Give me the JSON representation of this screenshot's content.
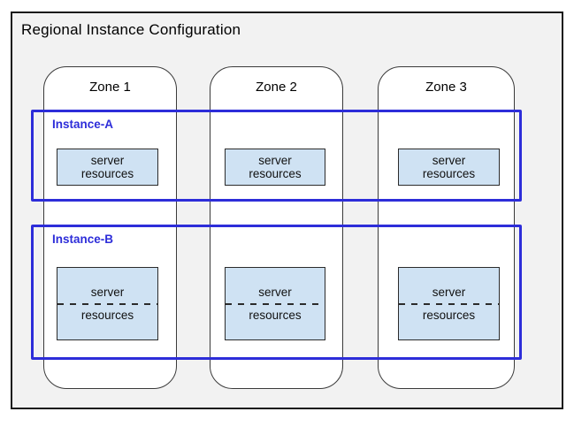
{
  "title": "Regional Instance Configuration",
  "zones": [
    {
      "label": "Zone 1"
    },
    {
      "label": "Zone 2"
    },
    {
      "label": "Zone 3"
    }
  ],
  "instances": [
    {
      "label": "Instance-A",
      "boxes": [
        {
          "line1": "server",
          "line2": "resources"
        },
        {
          "line1": "server",
          "line2": "resources"
        },
        {
          "line1": "server",
          "line2": "resources"
        }
      ]
    },
    {
      "label": "Instance-B",
      "divided": true,
      "boxes": [
        {
          "line1": "server",
          "line2": "resources"
        },
        {
          "line1": "server",
          "line2": "resources"
        },
        {
          "line1": "server",
          "line2": "resources"
        }
      ]
    }
  ],
  "colors": {
    "instance_border": "#2d2dd9",
    "instance_label": "#2d2dd9",
    "server_box_fill": "#cfe2f3",
    "region_fill": "#f2f2f2",
    "border_dark": "#1a1a1a"
  }
}
